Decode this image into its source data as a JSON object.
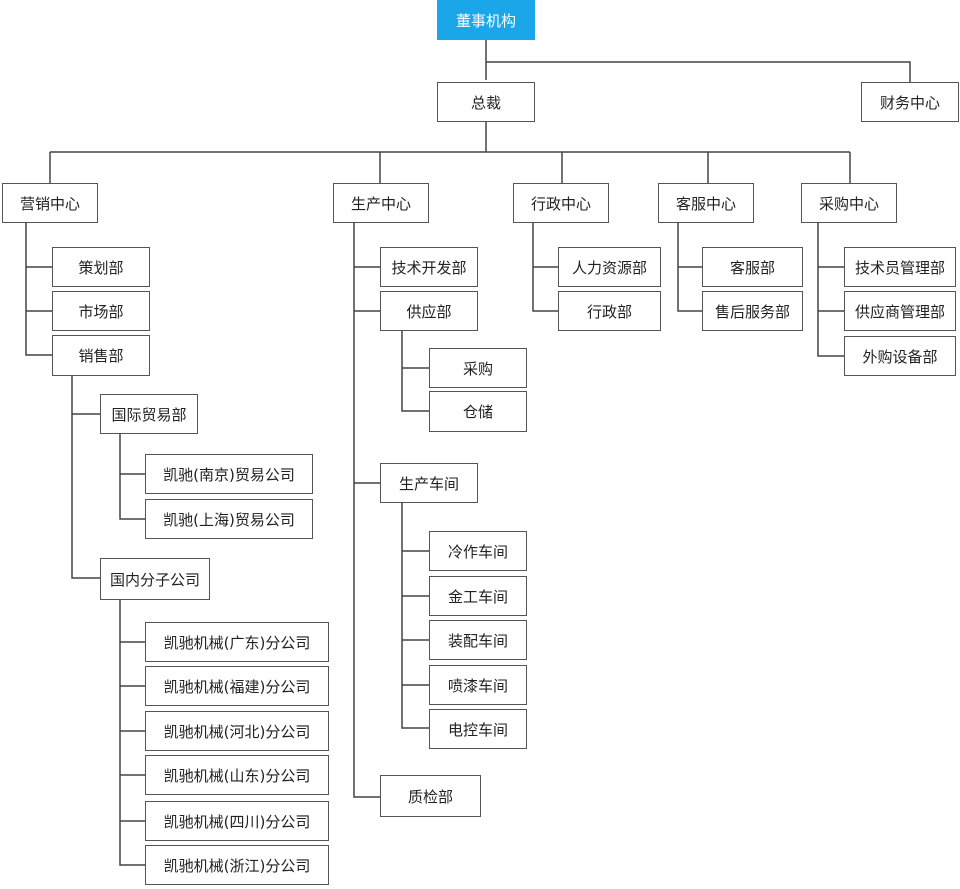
{
  "org": {
    "root": "董事机构",
    "president": "总裁",
    "finance": "财务中心",
    "marketing": {
      "label": "营销中心",
      "planning": "策划部",
      "market": "市场部",
      "sales": "销售部",
      "intl_trade": "国际贸易部",
      "nanjing": "凯驰(南京)贸易公司",
      "shanghai": "凯驰(上海)贸易公司",
      "domestic": "国内分子公司",
      "guangdong": "凯驰机械(广东)分公司",
      "fujian": "凯驰机械(福建)分公司",
      "hebei": "凯驰机械(河北)分公司",
      "shandong": "凯驰机械(山东)分公司",
      "sichuan": "凯驰机械(四川)分公司",
      "zhejiang": "凯驰机械(浙江)分公司"
    },
    "production": {
      "label": "生产中心",
      "tech_dev": "技术开发部",
      "supply": "供应部",
      "purchasing": "采购",
      "warehouse": "仓储",
      "workshop": "生产车间",
      "cold_work": "冷作车间",
      "metalwork": "金工车间",
      "assembly": "装配车间",
      "painting": "喷漆车间",
      "electrical": "电控车间",
      "qc": "质检部"
    },
    "admin": {
      "label": "行政中心",
      "hr": "人力资源部",
      "admin_dept": "行政部"
    },
    "service": {
      "label": "客服中心",
      "cs_dept": "客服部",
      "after_sales": "售后服务部"
    },
    "procurement": {
      "label": "采购中心",
      "tech_staff": "技术员管理部",
      "supplier": "供应商管理部",
      "outsourcing": "外购设备部"
    }
  }
}
